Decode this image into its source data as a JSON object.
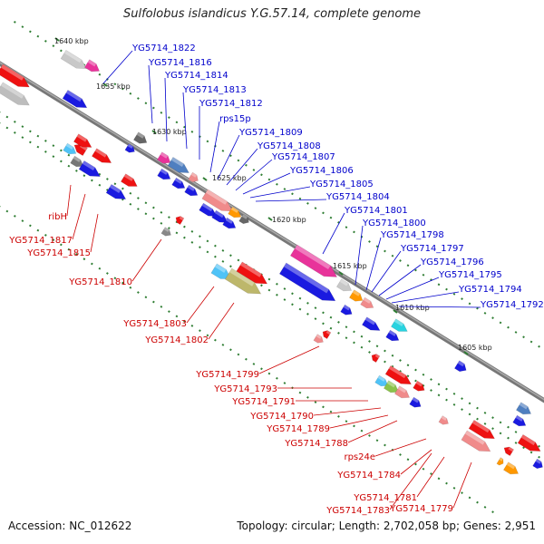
{
  "title": "Sulfolobus islandicus Y.G.57.14, complete genome",
  "footer": {
    "accession": "Accession: NC_012622",
    "topology": "Topology: circular; Length: 2,702,058 bp; Genes: 2,951"
  },
  "colors": {
    "forward_label": "#0000cc",
    "reverse_label": "#cc0000",
    "backbone": "#8a8a8a",
    "tick": "#2e7d32"
  },
  "kbp_labels": [
    "1640 kbp",
    "1635 kbp",
    "1630 kbp",
    "1625 kbp",
    "1620 kbp",
    "1615 kbp",
    "1610 kbp",
    "1605 kbp"
  ],
  "forward_labels": [
    "YG5714_1822",
    "YG5714_1816",
    "YG5714_1814",
    "YG5714_1813",
    "YG5714_1812",
    "rps15p",
    "YG5714_1809",
    "YG5714_1808",
    "YG5714_1807",
    "YG5714_1806",
    "YG5714_1805",
    "YG5714_1804",
    "YG5714_1801",
    "YG5714_1800",
    "YG5714_1798",
    "YG5714_1797",
    "YG5714_1796",
    "YG5714_1795",
    "YG5714_1794",
    "YG5714_1792"
  ],
  "reverse_labels": [
    "ribH",
    "YG5714_1817",
    "YG5714_1815",
    "YG5714_1810",
    "YG5714_1803",
    "YG5714_1802",
    "YG5714_1799",
    "YG5714_1793",
    "YG5714_1791",
    "YG5714_1790",
    "YG5714_1789",
    "YG5714_1788",
    "rps24e",
    "YG5714_1784",
    "YG5714_1781",
    "YG5714_1783",
    "YG5714_1779"
  ]
}
